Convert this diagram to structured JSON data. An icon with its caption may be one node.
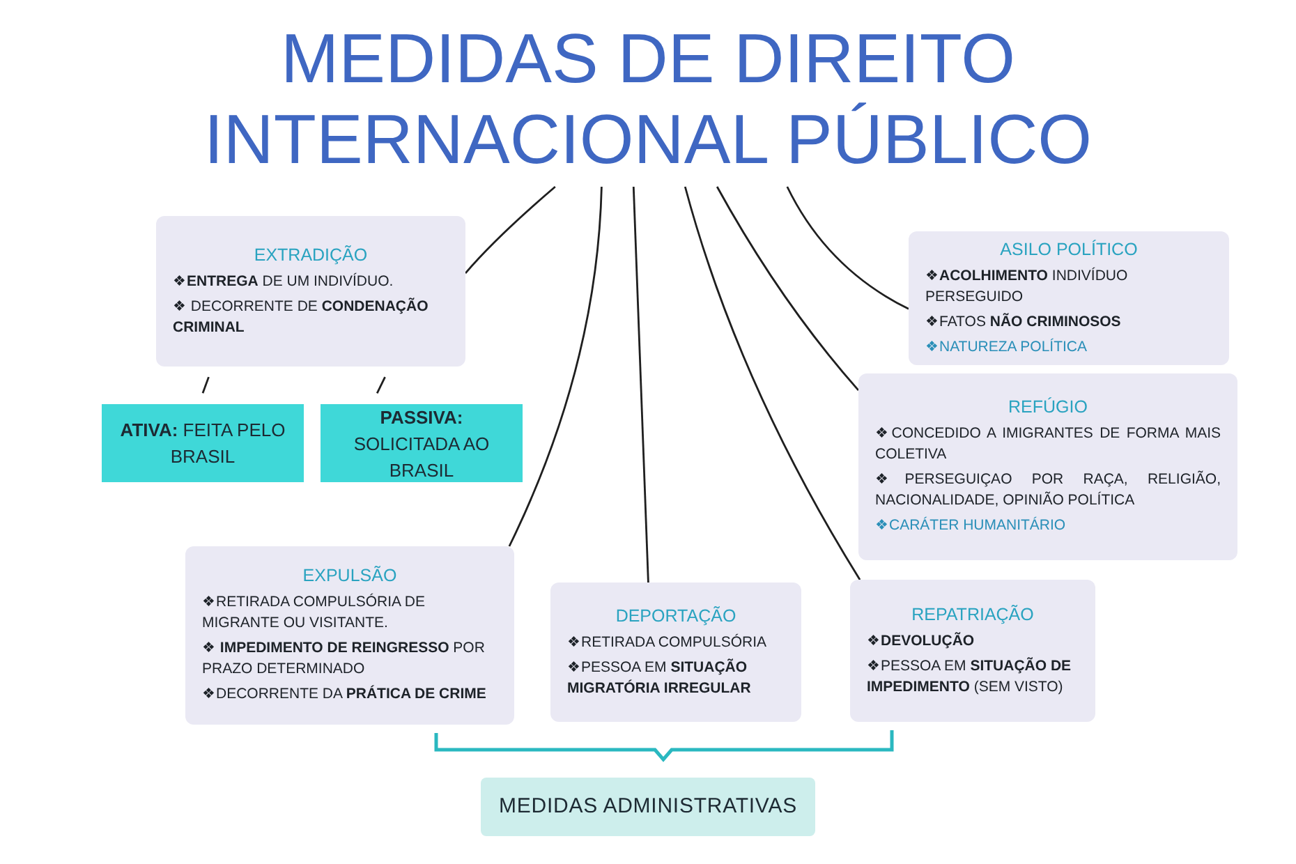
{
  "diagram": {
    "nodes": [
      {
        "text": [
          "MEDIDAS DE DIREITO INTERNACIONAL PÚBLICO"
        ]
      },
      {
        "text": [
          "EXTRADIÇÃO",
          "❖**ENTREGA** DE UM INDIVÍDUO.",
          "❖ DECORRENTE DE **CONDENAÇÃO CRIMINAL**"
        ]
      },
      {
        "text": [
          "**ATIVA:** FEITA PELO BRASIL"
        ]
      },
      {
        "text": [
          "**PASSIVA:** SOLICITADA AO BRASIL"
        ]
      },
      {
        "text": [
          "ASILO POLÍTICO",
          "❖**ACOLHIMENTO** INDIVÍDUO PERSEGUIDO",
          "❖FATOS **NÃO CRIMINOSOS**",
          "❖NATUREZA POLÍTICA"
        ]
      },
      {
        "text": [
          "REFÚGIO",
          "❖CONCEDIDO A IMIGRANTES DE FORMA MAIS COLETIVA",
          "❖PERSEGUIÇAO POR RAÇA, RELIGIÃO, NACIONALIDADE, OPINIÃO POLÍTICA",
          "❖CARÁTER HUMANITÁRIO"
        ]
      },
      {
        "text": [
          "EXPULSÃO",
          "❖RETIRADA COMPULSÓRIA DE MIGRANTE OU VISITANTE.",
          "❖ **IMPEDIMENTO DE REINGRESSO** POR PRAZO DETERMINADO",
          "❖DECORRENTE DA **PRÁTICA DE CRIME**"
        ]
      },
      {
        "text": [
          "DEPORTAÇÃO",
          "❖RETIRADA COMPULSÓRIA",
          "❖PESSOA EM **SITUAÇÃO MIGRATÓRIA IRREGULAR**"
        ]
      },
      {
        "text": [
          "REPATRIAÇÃO",
          "❖**DEVOLUÇÃO**",
          "❖PESSOA EM **SITUAÇÃO DE IMPEDIMENTO** (SEM VISTO)"
        ]
      },
      {
        "text": [
          "MEDIDAS ADMINISTRATIVAS"
        ]
      }
    ],
    "edges": [
      {
        "from": 0,
        "to": 1,
        "arrow": "none"
      },
      {
        "from": 0,
        "to": 6,
        "arrow": "none"
      },
      {
        "from": 0,
        "to": 7,
        "arrow": "none"
      },
      {
        "from": 0,
        "to": 8,
        "arrow": "none"
      },
      {
        "from": 0,
        "to": 5,
        "arrow": "none"
      },
      {
        "from": 0,
        "to": 4,
        "arrow": "none"
      },
      {
        "from": 1,
        "to": 2,
        "arrow": "none"
      },
      {
        "from": 1,
        "to": 3,
        "arrow": "none"
      }
    ]
  }
}
